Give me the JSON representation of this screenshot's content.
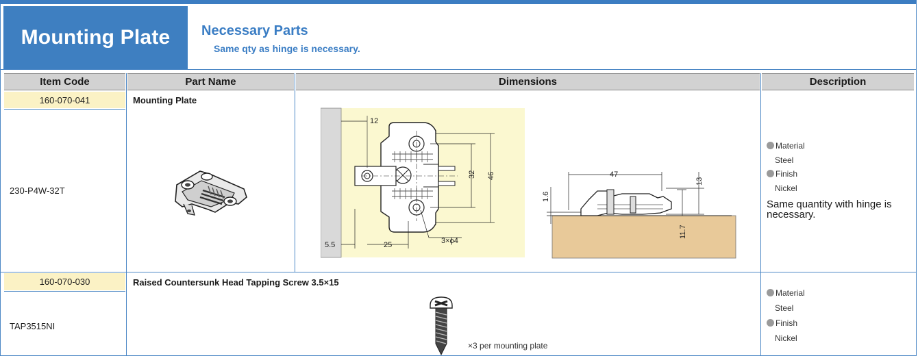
{
  "header": {
    "title": "Mounting Plate",
    "necessary_title": "Necessary Parts",
    "necessary_subtitle": "Same qty as hinge is necessary."
  },
  "columns": [
    "Item Code",
    "Part Name",
    "Dimensions",
    "Description"
  ],
  "rows": [
    {
      "item_code_primary": "160-070-041",
      "item_code_secondary": "230-P4W-32T",
      "part_name": "Mounting Plate",
      "description": {
        "material_label": "Material",
        "material_value": "Steel",
        "finish_label": "Finish",
        "finish_value": "Nickel",
        "note": "Same quantity with hinge is necessary."
      },
      "dimensions": {
        "d12": "12",
        "d32": "32",
        "d46": "46",
        "d5_5": "5.5",
        "d25": "25",
        "holes": "3×ϕ4",
        "d47": "47",
        "d13": "13",
        "d1_6": "1.6",
        "d11_7": "11.7"
      }
    },
    {
      "item_code_primary": "160-070-030",
      "item_code_secondary": "TAP3515NI",
      "part_name": "Raised Countersunk Head Tapping Screw 3.5×15",
      "quantity_note": "×3 per mounting plate",
      "description": {
        "material_label": "Material",
        "material_value": "Steel",
        "finish_label": "Finish",
        "finish_value": "Nickel"
      }
    }
  ]
}
